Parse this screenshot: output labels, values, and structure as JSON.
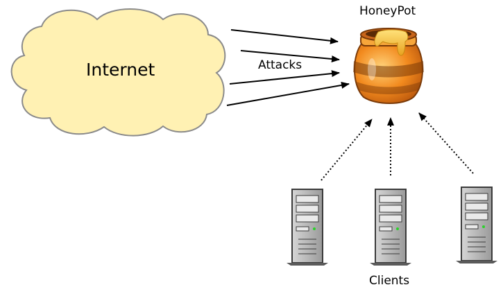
{
  "diagram": {
    "internet_label": "Internet",
    "honeypot_label": "HoneyPot",
    "attacks_label": "Attacks",
    "clients_label": "Clients"
  },
  "colors": {
    "cloud_fill": "#fff1b3",
    "cloud_stroke": "#8a8a8a",
    "honey": "#f4b83a",
    "pot_orange": "#f28a1e",
    "pot_dark": "#7a3a08",
    "server_grey": "#b5b5b5",
    "server_dark": "#3a3a3a"
  }
}
